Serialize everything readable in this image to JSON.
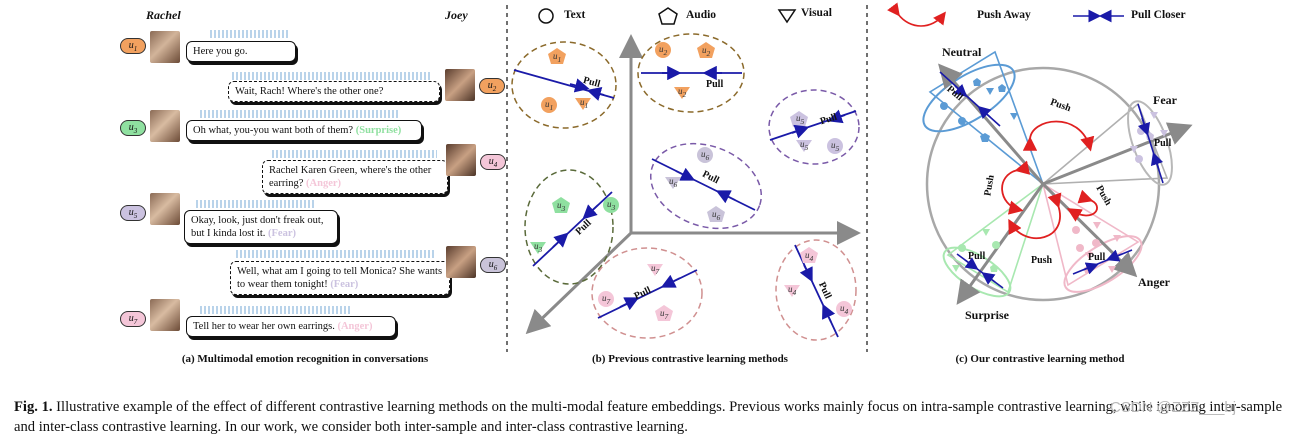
{
  "panel_a": {
    "speaker_left": "Rachel",
    "speaker_right": "Joey",
    "turns": [
      {
        "id": "u",
        "sub": "1",
        "text": "Here you go.",
        "emotion": ""
      },
      {
        "id": "u",
        "sub": "2",
        "text": "Wait, Rach! Where's the other one?",
        "emotion": ""
      },
      {
        "id": "u",
        "sub": "3",
        "text": "Oh what, you-you want both of them?",
        "emotion": "(Surprise)"
      },
      {
        "id": "u",
        "sub": "4",
        "text": "Rachel Karen Green, where's the other earring?",
        "emotion": "(Anger)"
      },
      {
        "id": "u",
        "sub": "5",
        "text": "Okay, look, just don't freak out, but I kinda lost it.",
        "emotion": "(Fear)"
      },
      {
        "id": "u",
        "sub": "6",
        "text": "Well, what am I going to tell Monica? She wants to wear them tonight!",
        "emotion": "(Fear)"
      },
      {
        "id": "u",
        "sub": "7",
        "text": "Tell her to wear her own earrings.",
        "emotion": "(Anger)"
      }
    ],
    "caption": "(a) Multimodal emotion recognition in conversations"
  },
  "legend_b": {
    "text": "Text",
    "audio": "Audio",
    "visual": "Visual"
  },
  "legend_c": {
    "push": "Push Away",
    "pull": "Pull Closer"
  },
  "panel_b": {
    "pull_label": "Pull",
    "caption": "(b) Previous contrastive learning methods"
  },
  "panel_c": {
    "classes": {
      "neutral": "Neutral",
      "fear": "Fear",
      "anger": "Anger",
      "surprise": "Surprise"
    },
    "pull_label": "Pull",
    "push_label": "Push",
    "caption": "(c) Our contrastive learning method"
  },
  "figure_caption": {
    "label": "Fig. 1.",
    "text": "Illustrative example of the effect of different contrastive learning methods on the multi-modal feature embeddings. Previous works mainly focus on intra-sample contrastive learning, while ignoring inter-sample and inter-class contrastive learning. In our work, we consider both inter-sample and inter-class contrastive learning."
  },
  "watermark": "CSDN @ZZZ___bj",
  "colors": {
    "u1": "#f2a15f",
    "u2": "#f2a15f",
    "u3": "#8fe0a0",
    "u4": "#f4c6d8",
    "u5": "#cbc2e0",
    "u6": "#c9c3d9",
    "u7": "#f4c6d8",
    "fear": "#f0b8c8",
    "surprise": "#a8e8b0",
    "neutral": "#5b9bd5",
    "push": "#e02020",
    "pull": "#1a1aa8"
  },
  "icons": [
    "circle-icon",
    "pentagon-icon",
    "triangle-down-icon",
    "push-away-arrow-icon",
    "pull-closer-arrow-icon"
  ]
}
